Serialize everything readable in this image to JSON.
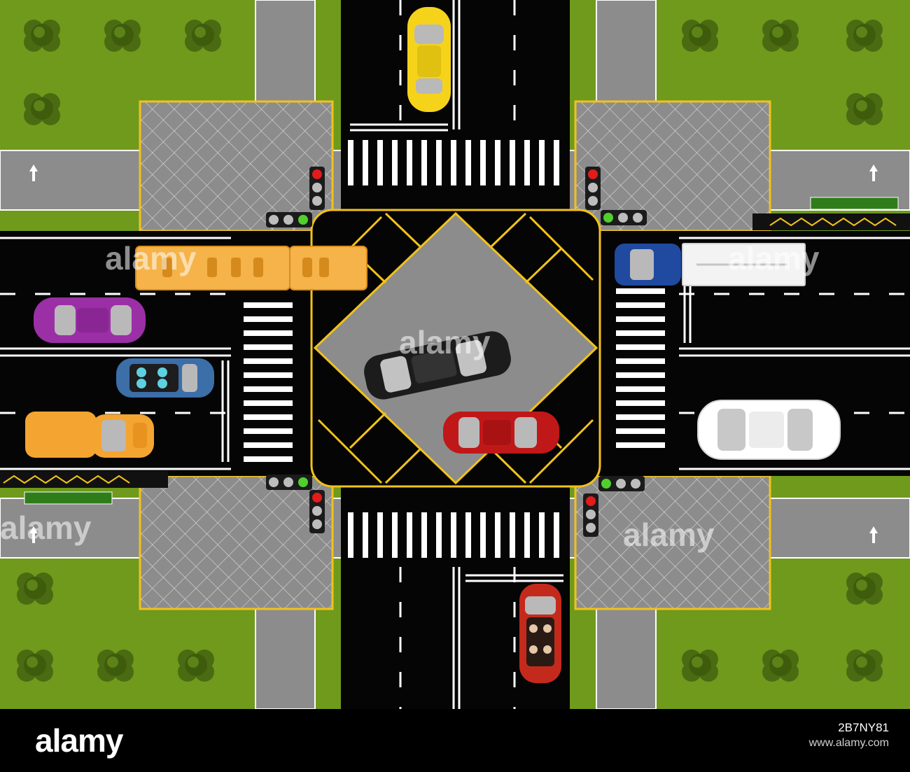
{
  "image": {
    "subject": "top-down crossroad intersection with traffic lights, crosswalks and cars",
    "colors": {
      "grass": "#6f9a1c",
      "asphalt": "#000000",
      "sidewalk": "#8c8c8c",
      "box_junction": "#f2c21b"
    },
    "traffic_lights": [
      {
        "corner": "top-left",
        "vertical_red": true,
        "horizontal_green": true
      },
      {
        "corner": "top-right",
        "vertical_red": true,
        "horizontal_green": true
      },
      {
        "corner": "bottom-left",
        "vertical_red": true,
        "horizontal_green": true
      },
      {
        "corner": "bottom-right",
        "vertical_red": true,
        "horizontal_green": true
      }
    ],
    "vehicles": [
      {
        "name": "yellow-car",
        "color": "#f5d31a"
      },
      {
        "name": "yellow-bus",
        "color": "#f5b349"
      },
      {
        "name": "purple-car",
        "color": "#9b2fa6"
      },
      {
        "name": "blue-convertible",
        "color": "#3c6ea8"
      },
      {
        "name": "orange-tow-truck",
        "color": "#f4a430"
      },
      {
        "name": "black-car",
        "color": "#1c1c1c"
      },
      {
        "name": "red-car",
        "color": "#c01818"
      },
      {
        "name": "blue-truck",
        "color": "#1f4aa0"
      },
      {
        "name": "white-car",
        "color": "#ffffff"
      },
      {
        "name": "red-convertible",
        "color": "#c42a1c"
      }
    ],
    "watermark_text": "alamy"
  },
  "footer": {
    "logo": "alamy",
    "image_id": "2B7NY81",
    "url": "www.alamy.com"
  }
}
